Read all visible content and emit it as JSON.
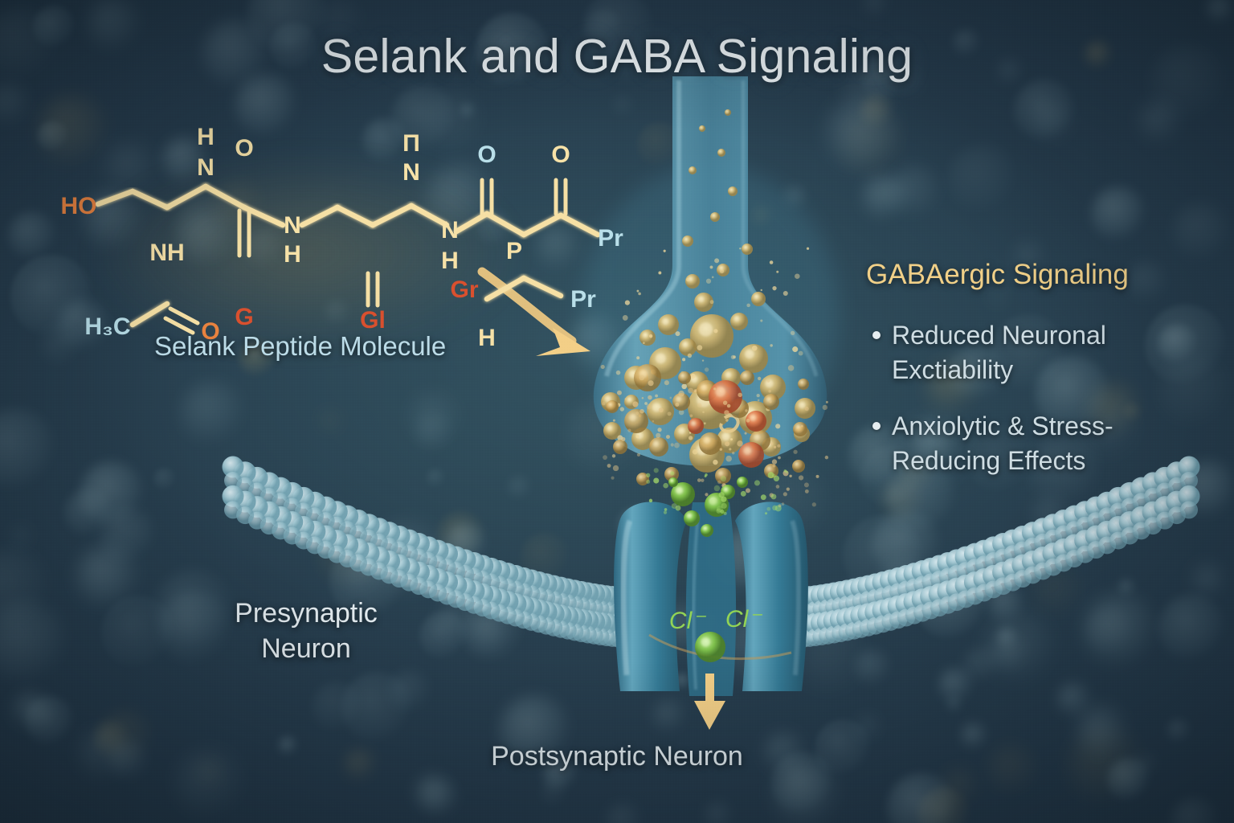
{
  "title": "Selank and GABA Signaling",
  "labels": {
    "molecule": "Selank Peptide Molecule",
    "presynaptic": "Presynaptic Neuron",
    "postsynaptic": "Postsynaptic Neuron"
  },
  "info_panel": {
    "heading": "GABAergic Signaling",
    "bullets": [
      "Reduced Neuronal Exctiability",
      "Anxiolytic & Stress-Reducing Effects"
    ]
  },
  "ion_labels": [
    "Cl⁻",
    "Cl⁻"
  ],
  "molecule_atoms": {
    "a_ho": "HO",
    "a_nh_left": "NH",
    "a_h3c": "H₃C",
    "a_o_acetyl": "O",
    "a_h_amide1": "H",
    "a_n_amide1": "N",
    "a_o_top1": "O",
    "a_g_1": "G",
    "a_n_amide2": "N",
    "a_h_amide2": "H",
    "a_h_ring_top": "Π",
    "a_n_ring": "N",
    "a_gl": "Gl",
    "a_n_amide3": "N",
    "a_h_amide3": "H",
    "a_o_top2": "O",
    "a_p": "P",
    "a_o_top3": "O",
    "a_pr1": "Pr",
    "a_gr": "Gr",
    "a_h_bottom": "H",
    "a_pr2": "Pr"
  },
  "colors": {
    "background_dark": "#1b2c3a",
    "background_mid": "#2b4553",
    "title_text": "#e8eef1",
    "accent_gold": "#f1d088",
    "molecule_label_blue": "#bcdce8",
    "body_text": "#cfdde3",
    "bond_gold": "#f6e0a5",
    "atom_orange": "#e8823f",
    "atom_red": "#d9502e",
    "atom_blue": "#b9dfe9",
    "neuron_teal": "#5f9bb2",
    "receptor_teal": "#3f7f99",
    "chloride_green": "#8fd14f",
    "vesicle_gold": "#e3c276",
    "arrow_gold": "#f3cf87"
  },
  "scene": {
    "presynaptic_terminal": "flask-shaped axon terminal with golden vesicles",
    "synaptic_cleft": "gap with released neurotransmitter particles",
    "receptor": "GABA-A chloride channel spanning lipid bilayer",
    "membrane": "curved phospholipid bilayer of paired spheres",
    "arrow_selank": "curved gold arrow from molecule to terminal",
    "arrow_chloride": "straight gold arrow showing chloride influx"
  }
}
